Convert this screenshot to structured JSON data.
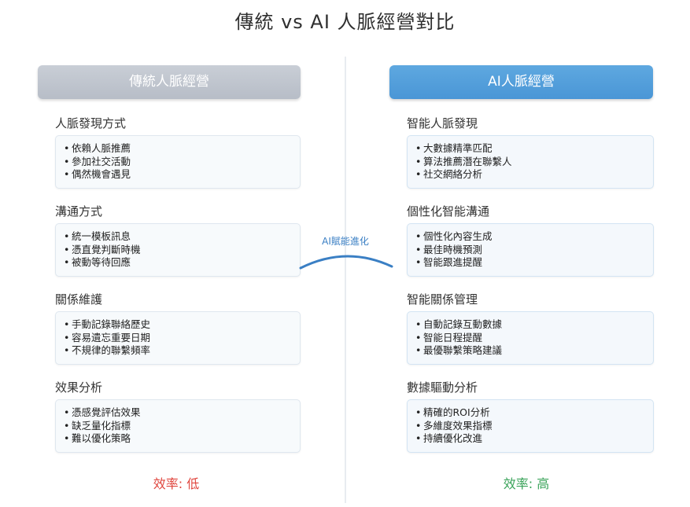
{
  "title": "傳統 vs AI 人脈經營對比",
  "left": {
    "header": "傳統人脈經營",
    "sections": [
      {
        "title": "人脈發現方式",
        "items": [
          "依賴人脈推薦",
          "參加社交活動",
          "偶然機會遇見"
        ]
      },
      {
        "title": "溝通方式",
        "items": [
          "統一模板訊息",
          "憑直覺判斷時機",
          "被動等待回應"
        ]
      },
      {
        "title": "關係維護",
        "items": [
          "手動記錄聯絡歷史",
          "容易遺忘重要日期",
          "不規律的聯繫頻率"
        ]
      },
      {
        "title": "效果分析",
        "items": [
          "憑感覺評估效果",
          "缺乏量化指標",
          "難以優化策略"
        ]
      }
    ],
    "efficiency": "效率: 低"
  },
  "right": {
    "header": "AI人脈經營",
    "sections": [
      {
        "title": "智能人脈發現",
        "items": [
          "大數據精準匹配",
          "算法推薦潛在聯繫人",
          "社交網絡分析"
        ]
      },
      {
        "title": "個性化智能溝通",
        "items": [
          "個性化內容生成",
          "最佳時機預測",
          "智能跟進提醒"
        ]
      },
      {
        "title": "智能關係管理",
        "items": [
          "自動記錄互動數據",
          "智能日程提醒",
          "最優聯繫策略建議"
        ]
      },
      {
        "title": "數據驅動分析",
        "items": [
          "精確的ROI分析",
          "多維度效果指標",
          "持續優化改進"
        ]
      }
    ],
    "efficiency": "效率: 高"
  },
  "connector_label": "AI賦能進化",
  "colors": {
    "left_header": "#bfc5cf",
    "right_header": "#4f9bd9",
    "efficiency_low": "#e0473f",
    "efficiency_high": "#3aa35a",
    "connector": "#3a7fc4"
  }
}
